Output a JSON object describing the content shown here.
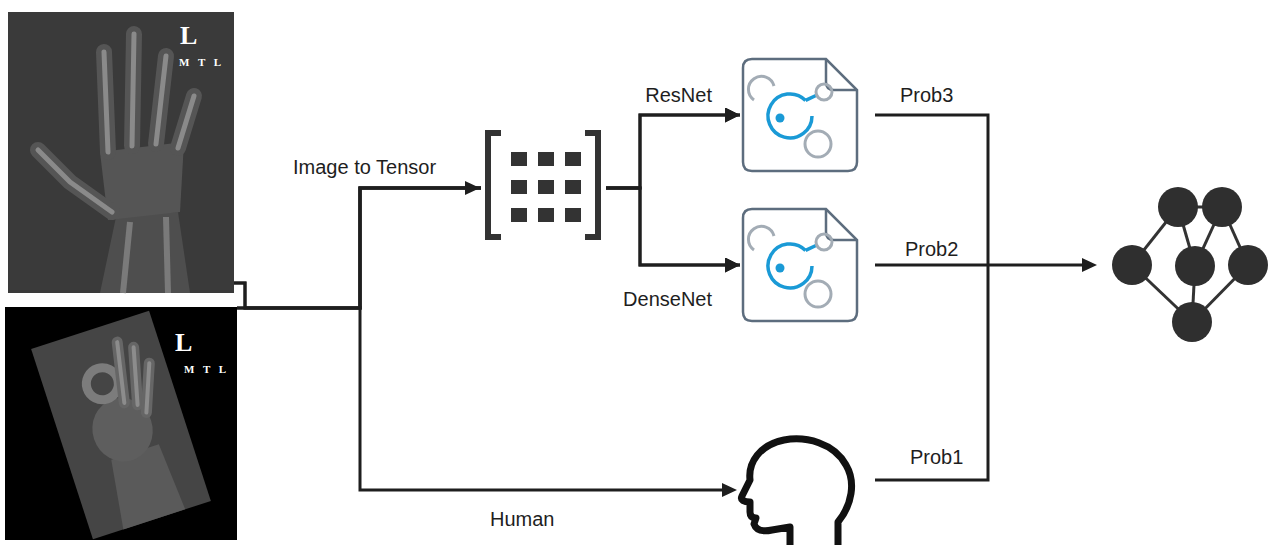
{
  "diagram": {
    "nodes": [
      {
        "text": [
          "L",
          "M T L"
        ]
      },
      {
        "text": [
          "L",
          "M T L"
        ]
      },
      {
        "text": [
          "ResNet"
        ]
      },
      {
        "text": [
          "DenseNet"
        ]
      }
    ],
    "edges": [
      {
        "from": 0,
        "to": 2,
        "arrow": "to"
      },
      {
        "from": 0,
        "to": 3,
        "arrow": "to"
      },
      {
        "from": 1,
        "to": 2,
        "arrow": "to"
      },
      {
        "from": 1,
        "to": 3,
        "arrow": "to"
      }
    ],
    "labels": [
      "Image to Tensor",
      "Human",
      "Prob3",
      "Prob2",
      "Prob1"
    ]
  }
}
